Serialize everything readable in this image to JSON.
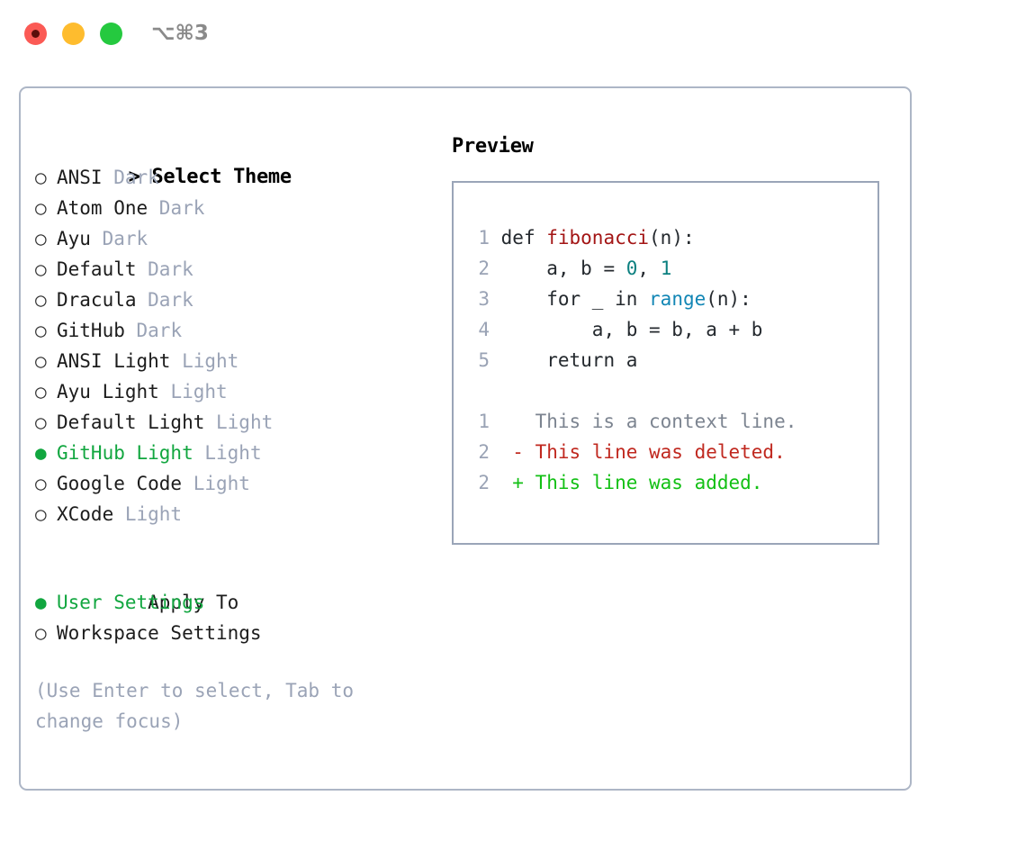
{
  "titlebar": {
    "shortcut": "⌥⌘3",
    "buttons": [
      {
        "name": "close",
        "color": "#fb5a55"
      },
      {
        "name": "minimize",
        "color": "#febc2e"
      },
      {
        "name": "zoom",
        "color": "#25c93f"
      }
    ]
  },
  "colors": {
    "accent_green": "#11a63f",
    "muted": "#9aa3b6",
    "panel_border": "#adb6c6",
    "preview_border": "#9aa5b8",
    "syntax_function": "#a31515",
    "syntax_number": "#0c8080",
    "syntax_call": "#1286b5",
    "diff_context": "#7c8490",
    "diff_deleted": "#c0281f",
    "diff_added": "#13c015"
  },
  "theme_list": {
    "prompt": ">",
    "heading": "Select Theme",
    "bullet_selected": "●",
    "bullet_unselected": "○",
    "items": [
      {
        "name": "ANSI",
        "tag": "Dark",
        "selected": false
      },
      {
        "name": "Atom One",
        "tag": "Dark",
        "selected": false
      },
      {
        "name": "Ayu",
        "tag": "Dark",
        "selected": false
      },
      {
        "name": "Default",
        "tag": "Dark",
        "selected": false
      },
      {
        "name": "Dracula",
        "tag": "Dark",
        "selected": false
      },
      {
        "name": "GitHub",
        "tag": "Dark",
        "selected": false
      },
      {
        "name": "ANSI Light",
        "tag": "Light",
        "selected": false
      },
      {
        "name": "Ayu Light",
        "tag": "Light",
        "selected": false
      },
      {
        "name": "Default Light",
        "tag": "Light",
        "selected": false
      },
      {
        "name": "GitHub Light",
        "tag": "Light",
        "selected": true
      },
      {
        "name": "Google Code",
        "tag": "Light",
        "selected": false
      },
      {
        "name": "XCode",
        "tag": "Light",
        "selected": false
      }
    ]
  },
  "apply_to": {
    "heading": "Apply To",
    "items": [
      {
        "name": "User Settings",
        "selected": true
      },
      {
        "name": "Workspace Settings",
        "selected": false
      }
    ]
  },
  "hint": "(Use Enter to select, Tab to change focus)",
  "preview": {
    "title": "Preview",
    "code_lines": [
      {
        "num": "1",
        "tokens": [
          {
            "t": "def ",
            "c": "plain"
          },
          {
            "t": "fibonacci",
            "c": "func"
          },
          {
            "t": "(n):",
            "c": "plain"
          }
        ]
      },
      {
        "num": "2",
        "tokens": [
          {
            "t": "    a, b = ",
            "c": "plain"
          },
          {
            "t": "0",
            "c": "num"
          },
          {
            "t": ", ",
            "c": "plain"
          },
          {
            "t": "1",
            "c": "num"
          }
        ]
      },
      {
        "num": "3",
        "tokens": [
          {
            "t": "    for _ in ",
            "c": "plain"
          },
          {
            "t": "range",
            "c": "call"
          },
          {
            "t": "(n):",
            "c": "plain"
          }
        ]
      },
      {
        "num": "4",
        "tokens": [
          {
            "t": "        a, b = b, a + b",
            "c": "plain"
          }
        ]
      },
      {
        "num": "5",
        "tokens": [
          {
            "t": "    return a",
            "c": "plain"
          }
        ]
      }
    ],
    "diff_lines": [
      {
        "num": "1",
        "marker": " ",
        "text": "This is a context line.",
        "kind": "ctx"
      },
      {
        "num": "2",
        "marker": "-",
        "text": "This line was deleted.",
        "kind": "del"
      },
      {
        "num": "2",
        "marker": "+",
        "text": "This line was added.",
        "kind": "add"
      }
    ]
  }
}
